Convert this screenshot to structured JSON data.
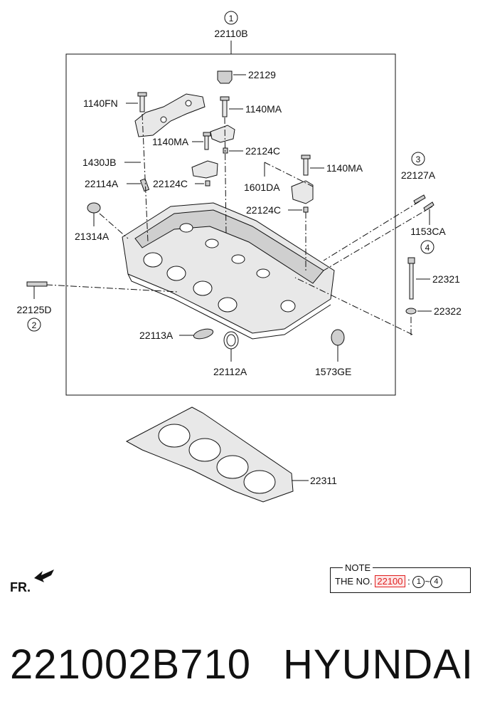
{
  "callouts": {
    "c1": {
      "num": "1",
      "label": "22110B"
    },
    "c3": {
      "num": "3",
      "label": "22127A"
    },
    "c4": {
      "num": "4",
      "label": "1153CA"
    },
    "c2": {
      "num": "2",
      "label": "22125D"
    }
  },
  "labels": {
    "l22129": "22129",
    "l1140FN": "1140FN",
    "l1140MA_a": "1140MA",
    "l1140MA_b": "1140MA",
    "l1140MA_c": "1140MA",
    "l22124C_a": "22124C",
    "l22124C_b": "22124C",
    "l22124C_c": "22124C",
    "l1430JB": "1430JB",
    "l22114A": "22114A",
    "l1601DA": "1601DA",
    "l21314A": "21314A",
    "l22321": "22321",
    "l22322": "22322",
    "l22113A": "22113A",
    "l22112A": "22112A",
    "l1573GE": "1573GE",
    "l22311": "22311"
  },
  "note": {
    "title": "NOTE",
    "prefix": "THE NO.",
    "code": "22100",
    "sep": ":",
    "from": "1",
    "tilde": "~",
    "to": "4",
    "code_color": "#e02020"
  },
  "fr_label": "FR.",
  "part_number": "221002B710",
  "brand": "HYUNDAI"
}
